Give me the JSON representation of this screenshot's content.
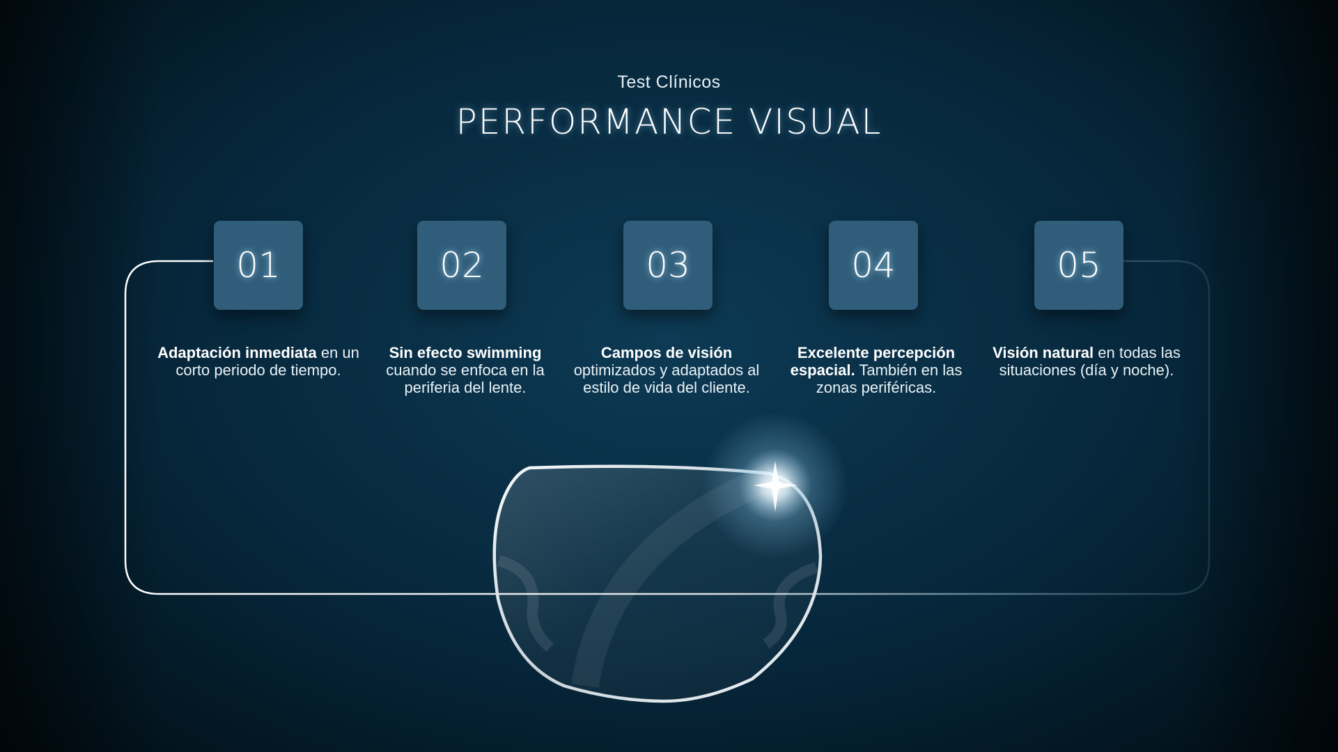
{
  "header": {
    "subtitle": "Test Clínicos",
    "title": "PERFORMANCE VISUAL"
  },
  "steps": [
    {
      "number": "01",
      "bold": "Adaptación inmediata",
      "text": " en un corto periodo de tiempo."
    },
    {
      "number": "02",
      "bold": "Sin efecto swimming",
      "text": " cuando se enfoca en la periferia  del lente."
    },
    {
      "number": "03",
      "bold": "Campos de visión",
      "text": " optimizados y adaptados al estilo de vida del cliente."
    },
    {
      "number": "04",
      "bold": "Excelente percepción espacial.",
      "text": " También en las zonas periféricas."
    },
    {
      "number": "05",
      "bold": "Visión natural",
      "text": " en todas las situaciones (día y noche)."
    }
  ],
  "colors": {
    "background": "#06263a",
    "box": "#2f5d7a",
    "line": "#ffffff"
  }
}
